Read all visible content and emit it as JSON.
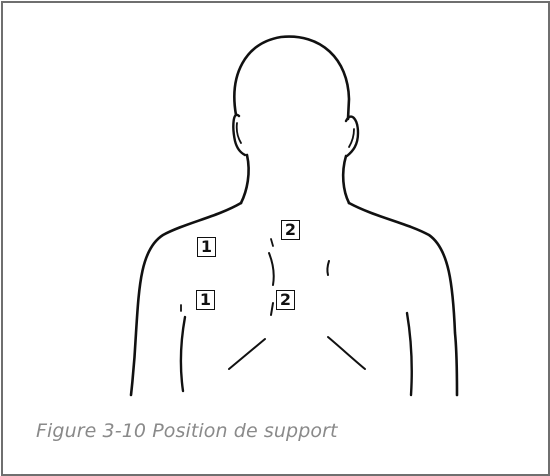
{
  "figure": {
    "caption": "Figure 3-10 Position de support",
    "electrode_pads": [
      {
        "id": "pad-1-upper",
        "label": "1"
      },
      {
        "id": "pad-2-upper",
        "label": "2"
      },
      {
        "id": "pad-1-lower",
        "label": "1"
      },
      {
        "id": "pad-2-lower",
        "label": "2"
      }
    ]
  },
  "colors": {
    "frame_border": "#6f6f6f",
    "line_art": "#111111",
    "caption_text": "#8a8a8a"
  }
}
